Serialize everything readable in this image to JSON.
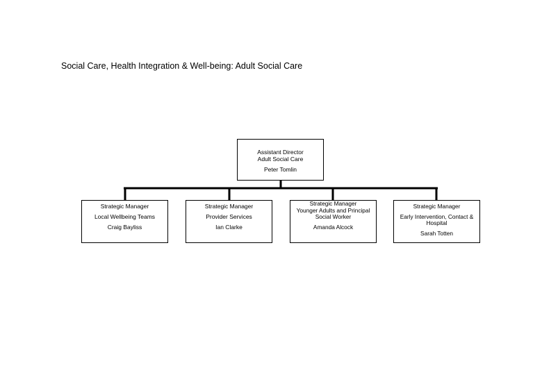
{
  "title": "Social Care, Health Integration & Well-being: Adult Social Care",
  "org_chart": {
    "root": {
      "role": "Assistant Director",
      "unit": "Adult Social Care",
      "name": "Peter Tomlin"
    },
    "children": [
      {
        "role": "Strategic Manager",
        "unit_lines": [
          "Local Wellbeing Teams"
        ],
        "name": "Craig Bayliss"
      },
      {
        "role": "Strategic Manager",
        "unit_lines": [
          "Provider Services"
        ],
        "name": "Ian Clarke"
      },
      {
        "role": "Strategic Manager",
        "unit_lines": [
          "Younger Adults and Principal",
          "Social Worker"
        ],
        "name": "Amanda Alcock"
      },
      {
        "role": "Strategic Manager",
        "unit_lines": [
          "Early Intervention, Contact &",
          "Hospital"
        ],
        "name": "Sarah Totten"
      }
    ]
  },
  "colors": {
    "line": "#000000",
    "box_border": "#000000",
    "background": "#ffffff"
  }
}
